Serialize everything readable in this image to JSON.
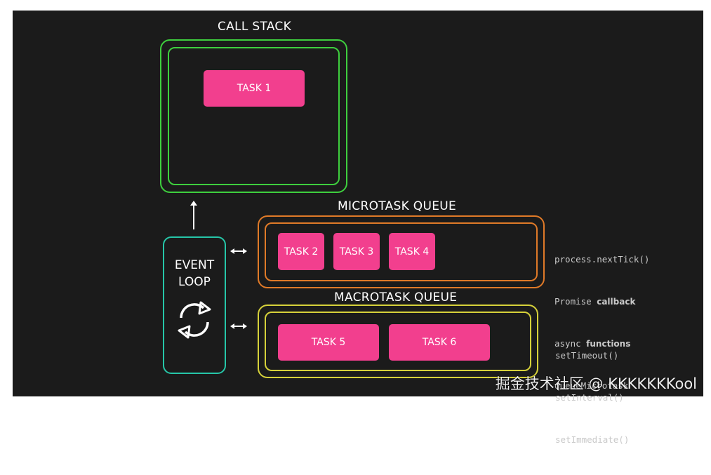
{
  "call_stack": {
    "title": "CALL STACK",
    "tasks": [
      "TASK 1"
    ]
  },
  "microtask_queue": {
    "title": "MICROTASK QUEUE",
    "tasks": [
      "TASK 2",
      "TASK 3",
      "TASK 4"
    ],
    "apis": [
      {
        "mono": "process.nextTick()",
        "bold": ""
      },
      {
        "mono": "Promise ",
        "bold": "callback"
      },
      {
        "mono": "async ",
        "bold": "functions"
      },
      {
        "mono": "queueMicrotask",
        "bold": ""
      }
    ]
  },
  "macrotask_queue": {
    "title": "MACROTASK QUEUE",
    "tasks": [
      "TASK 5",
      "TASK 6"
    ],
    "apis": [
      "setTimeout()",
      "setInterval()",
      "setImmediate()"
    ]
  },
  "event_loop": {
    "line1": "EVENT",
    "line2": "LOOP"
  },
  "watermark": "掘金技术社区 @ KKKKKKKool",
  "colors": {
    "background": "#1b1b1b",
    "call_stack": "#3ecf3e",
    "microtask": "#e07a28",
    "macrotask": "#d6d13a",
    "event_loop": "#26c6a8",
    "task": "#f23f8e"
  }
}
